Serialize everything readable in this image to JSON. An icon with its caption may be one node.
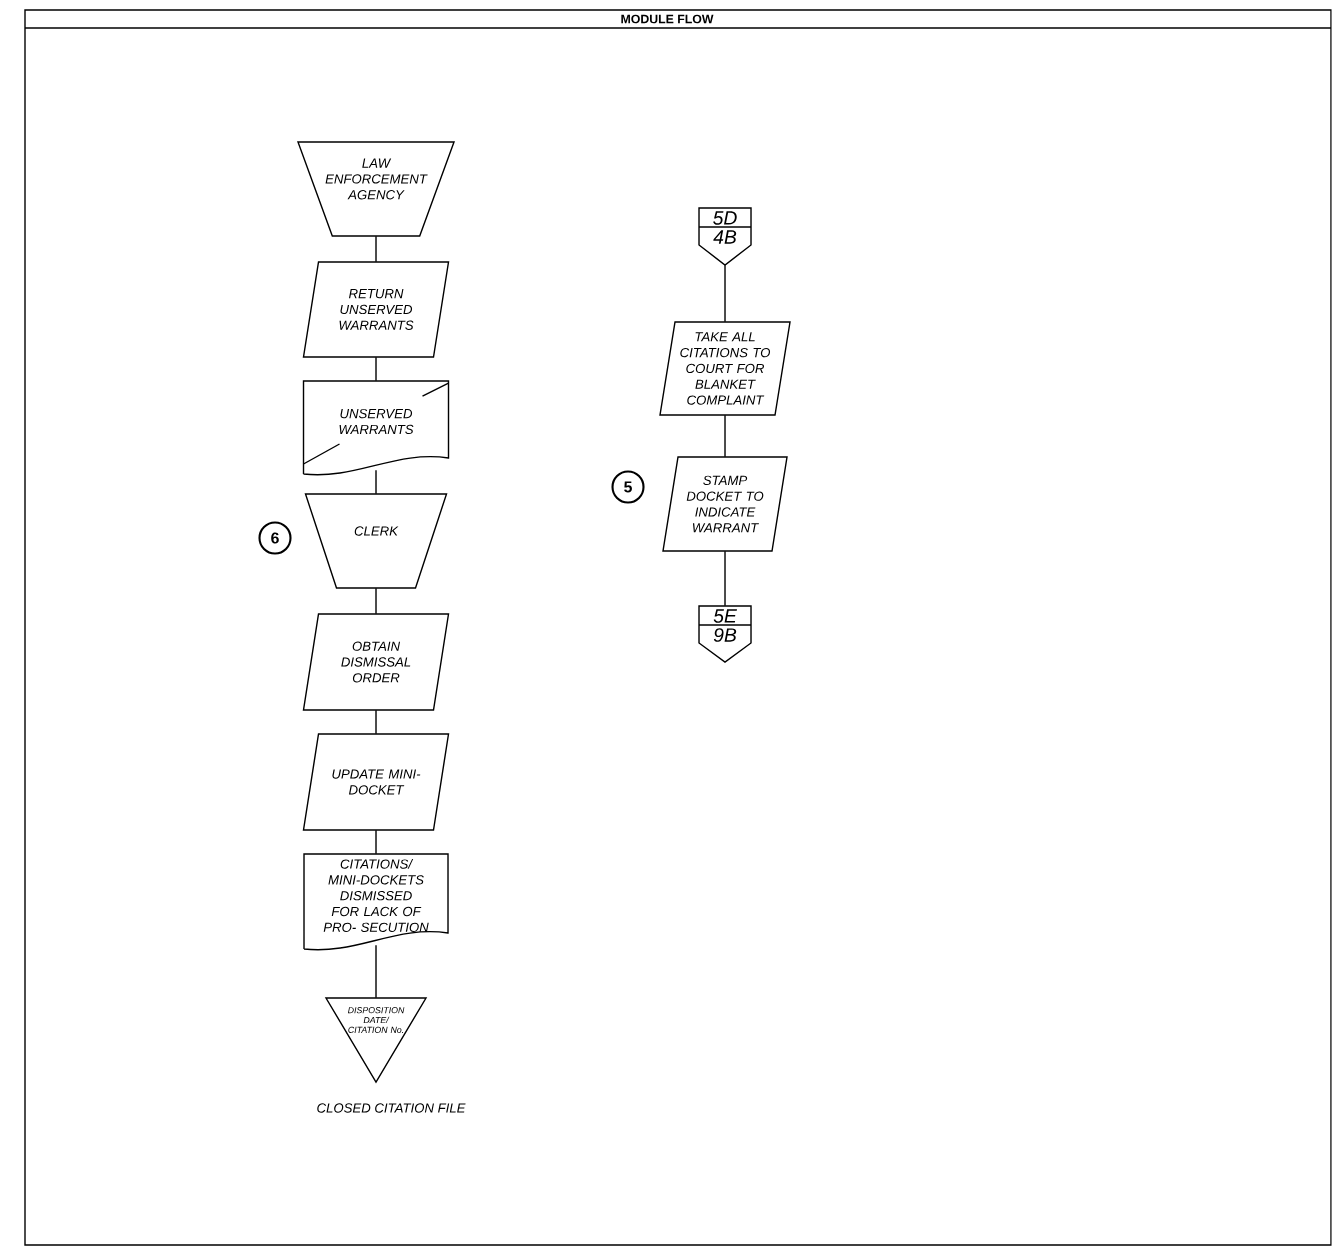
{
  "diagram": {
    "title": "MODULE FLOW",
    "nodes": [
      {
        "text": [
          "LAW ENFORCEMENT AGENCY"
        ]
      },
      {
        "text": [
          "RETURN UNSERVED WARRANTS"
        ]
      },
      {
        "text": [
          "UNSERVED WARRANTS"
        ]
      },
      {
        "text": [
          "CLERK"
        ]
      },
      {
        "text": [
          "OBTAIN DISMISSAL ORDER"
        ]
      },
      {
        "text": [
          "UPDATE MINI- DOCKET"
        ]
      },
      {
        "text": [
          "CITATIONS/ MINI-DOCKETS DISMISSED FOR LACK OF PRO- SECUTION"
        ]
      },
      {
        "text": [
          "DISPOSITION DATE/ CITATION No."
        ],
        "beside": [
          "CLOSED CITATION FILE"
        ]
      },
      {
        "text": [
          "5D",
          "4B"
        ]
      },
      {
        "text": [
          "TAKE ALL CITATIONS TO COURT FOR BLANKET COMPLAINT"
        ]
      },
      {
        "text": [
          "STAMP DOCKET TO INDICATE WARRANT"
        ]
      },
      {
        "text": [
          "5E",
          "9B"
        ]
      }
    ],
    "edges": [
      {
        "from": 0,
        "to": 1,
        "arrow": "none"
      },
      {
        "from": 1,
        "to": 2,
        "arrow": "none"
      },
      {
        "from": 2,
        "to": 3,
        "arrow": "none"
      },
      {
        "from": 3,
        "to": 4,
        "arrow": "none"
      },
      {
        "from": 4,
        "to": 5,
        "arrow": "none"
      },
      {
        "from": 5,
        "to": 6,
        "arrow": "none"
      },
      {
        "from": 6,
        "to": 7,
        "arrow": "none"
      },
      {
        "from": 8,
        "to": 9,
        "arrow": "none"
      },
      {
        "from": 9,
        "to": 10,
        "arrow": "none"
      },
      {
        "from": 10,
        "to": 11,
        "arrow": "none"
      }
    ],
    "labels": [
      "6",
      "5"
    ]
  }
}
